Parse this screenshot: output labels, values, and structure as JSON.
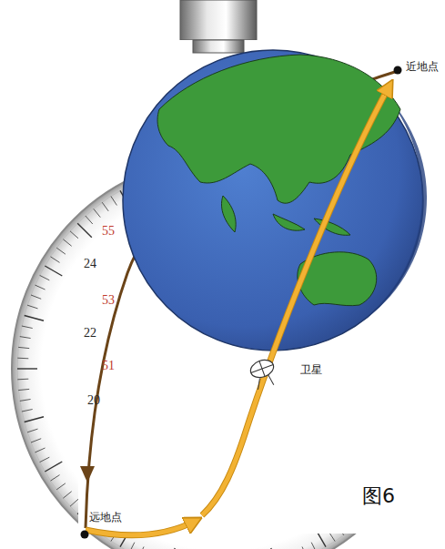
{
  "diagram": {
    "labels": [
      "近地点",
      "55",
      "24",
      "53",
      "22",
      "51",
      "20",
      "卫星",
      "远地点",
      "图6"
    ]
  }
}
